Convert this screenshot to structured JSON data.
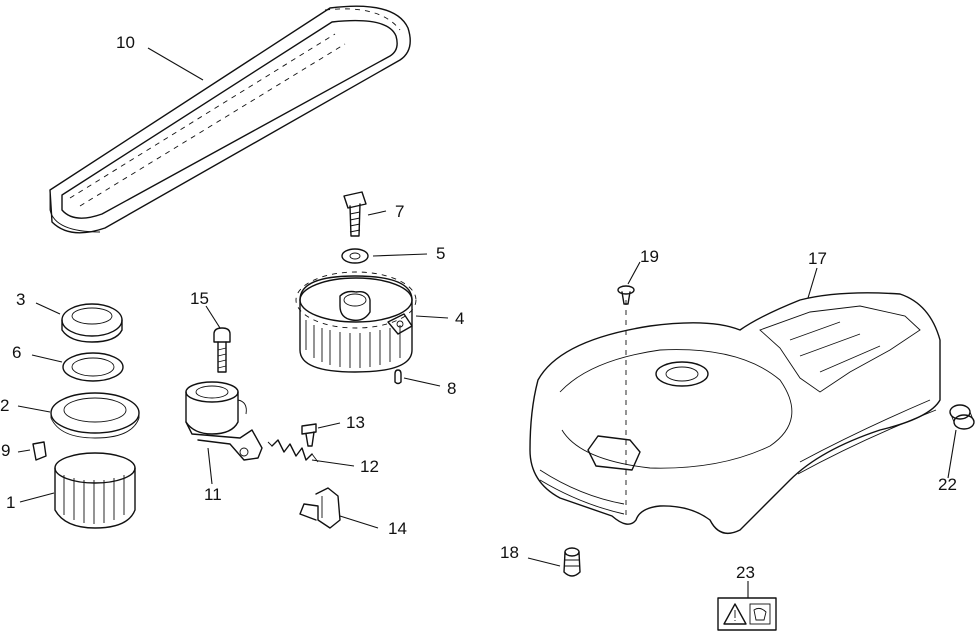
{
  "callouts": {
    "p1": "1",
    "p2": "2",
    "p3": "3",
    "p4": "4",
    "p5": "5",
    "p6": "6",
    "p7": "7",
    "p8": "8",
    "p9": "9",
    "p10": "10",
    "p11": "11",
    "p12": "12",
    "p13": "13",
    "p14": "14",
    "p15": "15",
    "p17": "17",
    "p18": "18",
    "p19": "19",
    "p22": "22",
    "p23": "23"
  }
}
